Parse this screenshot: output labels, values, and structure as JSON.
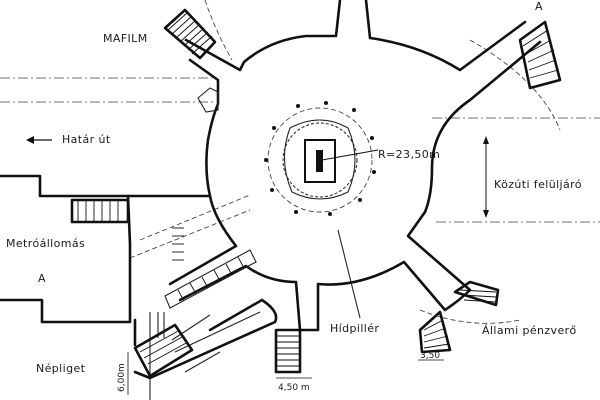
{
  "labels": {
    "mafilm": "MAFILM",
    "hatar_ut": "Határ út",
    "radius": "R=23,50m",
    "kozuti": "Közúti felüljáró",
    "metroallomas": "Metróállomás",
    "a_left": "A",
    "a_top": "A",
    "hidpiller": "Hídpillér",
    "allami": "Állami pénzverő",
    "nepliget": "Népliget",
    "dim_600": "6,00m",
    "dim_450": "4,50 m",
    "dim_350": "3,50"
  }
}
